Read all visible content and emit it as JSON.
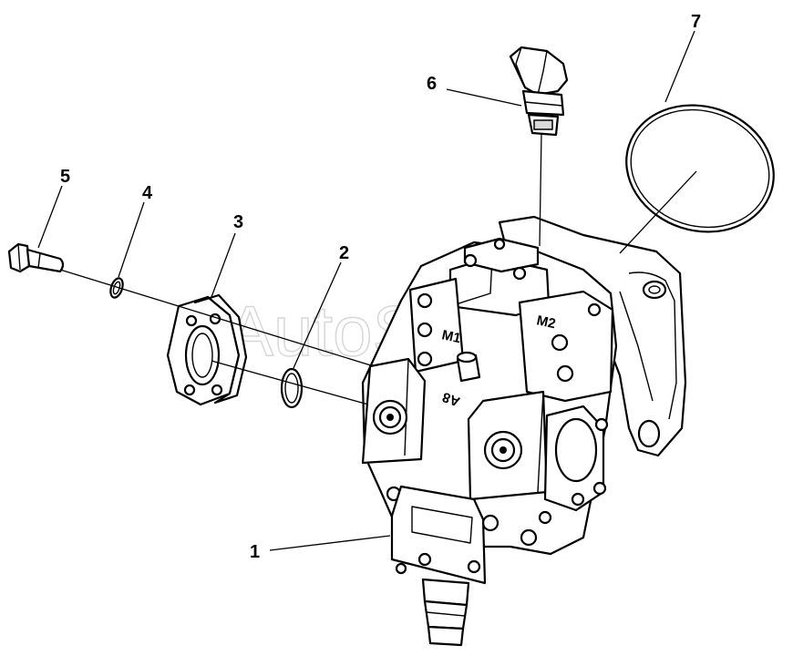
{
  "diagram": {
    "watermark": "AutoSoft",
    "housing_markings": {
      "front": "A8",
      "port_left": "M1",
      "port_right": "M2"
    },
    "callouts": [
      {
        "id": "callout-1",
        "label": "1"
      },
      {
        "id": "callout-2",
        "label": "2"
      },
      {
        "id": "callout-3",
        "label": "3"
      },
      {
        "id": "callout-4",
        "label": "4"
      },
      {
        "id": "callout-5",
        "label": "5"
      },
      {
        "id": "callout-6",
        "label": "6"
      },
      {
        "id": "callout-7",
        "label": "7"
      }
    ]
  }
}
